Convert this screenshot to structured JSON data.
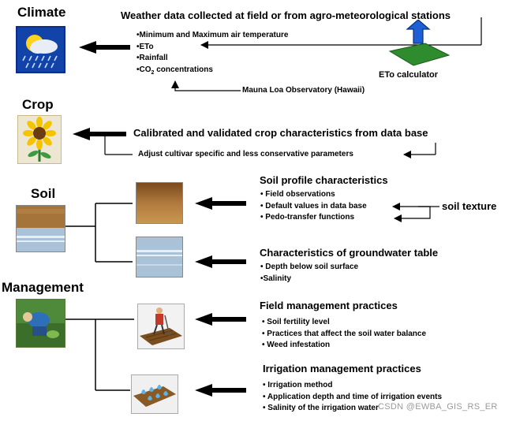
{
  "sections": {
    "climate": "Climate",
    "crop": "Crop",
    "soil": "Soil",
    "management": "Management"
  },
  "climate": {
    "header": "Weather data collected  at field  or from  agro-meteorological  stations",
    "bullets": [
      "•Minimum and Maximum air temperature",
      "•ETo",
      "•Rainfall"
    ],
    "co2_prefix": "•CO",
    "co2_sub": "2",
    "co2_suffix": " concentrations",
    "mauna_loa": "Mauna Loa Observatory (Hawaii)",
    "eto_calculator": "ETo calculator"
  },
  "crop": {
    "header": "Calibrated  and  validated  crop characteristics  from  data base",
    "adjust": "Adjust cultivar specific and less conservative parameters"
  },
  "soil": {
    "profile_header": "Soil  profile  characteristics",
    "profile_bullets": [
      "• Field observations",
      "• Default values in data base",
      "• Pedo-transfer functions"
    ],
    "texture": "soil  texture",
    "groundwater_header": "Characteristics  of  groundwater table",
    "groundwater_bullets": [
      "• Depth below soil surface",
      "•Salinity"
    ]
  },
  "management": {
    "field_header": "Field management  practices",
    "field_bullets": [
      "• Soil fertility level",
      "• Practices that affect the soil  water balance",
      "• Weed infestation"
    ],
    "irrigation_header": "Irrigation  management  practices",
    "irrigation_bullets": [
      "• Irrigation method",
      "• Application depth and time of irrigation events",
      "• Salinity of the irrigation water"
    ]
  },
  "watermark": "CSDN @EWBA_GIS_RS_ER",
  "colors": {
    "arrow": "#000000",
    "eto_green": "#2e8b2e",
    "eto_blue": "#1e5fd6",
    "soil_brown": "#a5743a",
    "water_blue": "#a9c2d8"
  }
}
